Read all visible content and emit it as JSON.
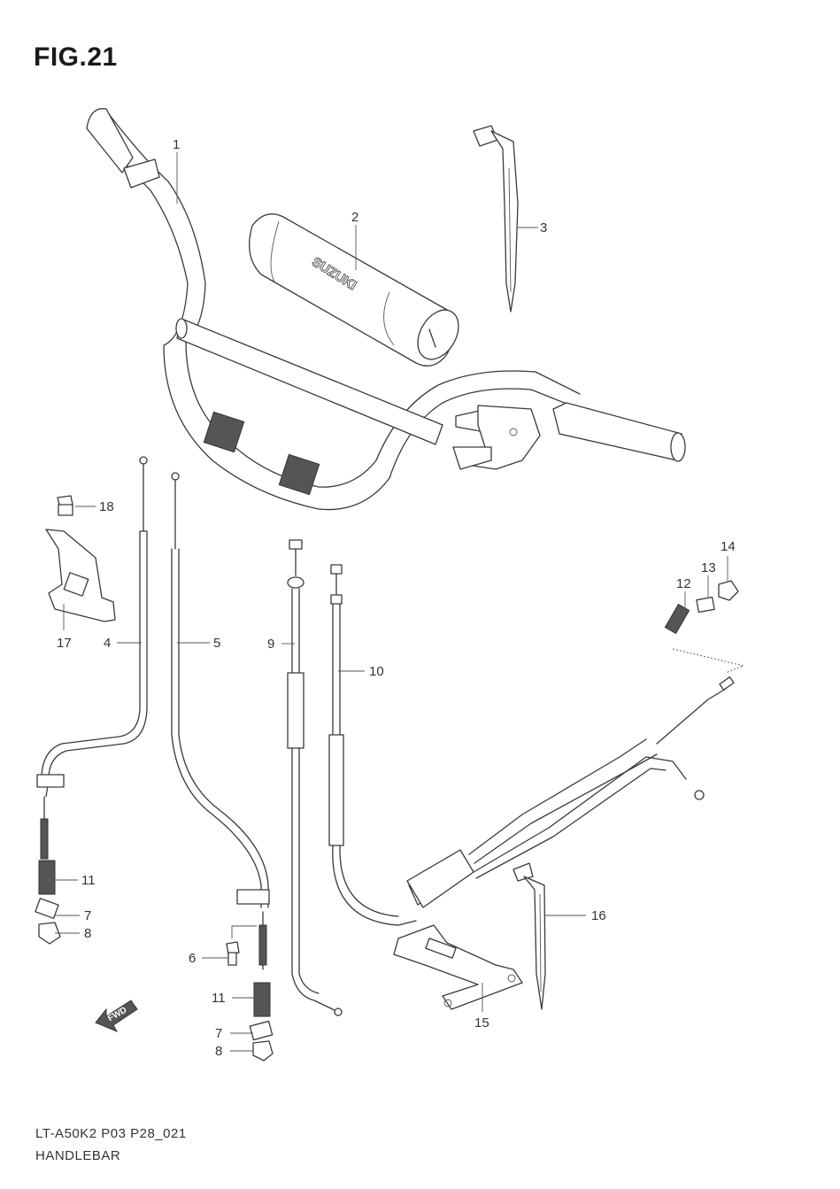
{
  "figure": {
    "title": "FIG.21"
  },
  "footer": {
    "code": "LT-A50K2 P03 P28_021",
    "name": "HANDLEBAR"
  },
  "pad_brand": "SUZUKI",
  "fwd_label": "FWD",
  "callouts": {
    "c1": "1",
    "c2": "2",
    "c3": "3",
    "c4": "4",
    "c5": "5",
    "c6": "6",
    "c7a": "7",
    "c7b": "7",
    "c8a": "8",
    "c8b": "8",
    "c9": "9",
    "c10": "10",
    "c11a": "11",
    "c11b": "11",
    "c12": "12",
    "c13": "13",
    "c14": "14",
    "c15": "15",
    "c16": "16",
    "c17": "17",
    "c18": "18"
  }
}
